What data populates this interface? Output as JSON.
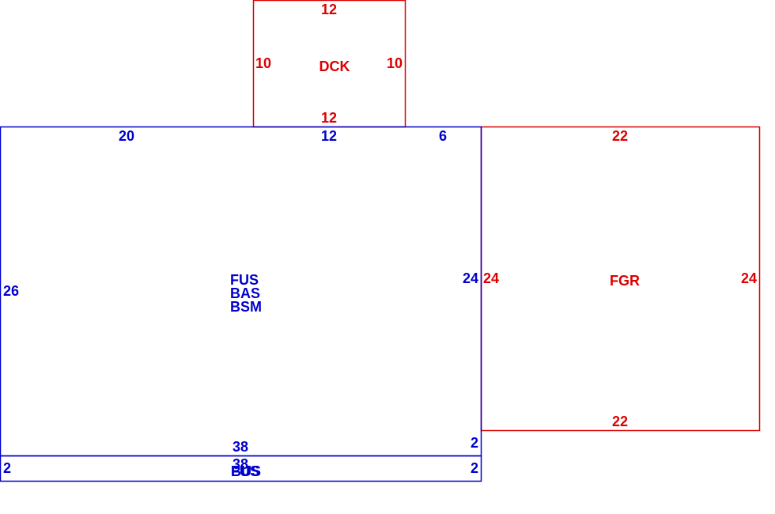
{
  "colors": {
    "living_area": "#0000cc",
    "attached_area": "#dd0000",
    "background": "#ffffff"
  },
  "deck": {
    "code": "DCK",
    "top": "12",
    "left": "10",
    "right": "10",
    "bottom": "12"
  },
  "main": {
    "codes": [
      "FUS",
      "BAS",
      "BSM"
    ],
    "top_left": "20",
    "top_mid": "12",
    "top_right": "6",
    "left": "26",
    "right": "24",
    "bottom": "38",
    "bottom_right": "2"
  },
  "garage": {
    "code": "FGR",
    "top": "22",
    "left": "24",
    "right": "24",
    "bottom": "22"
  },
  "strip": {
    "codes": [
      "BUS",
      "FUS"
    ],
    "top": "38",
    "left": "2",
    "right": "2"
  }
}
